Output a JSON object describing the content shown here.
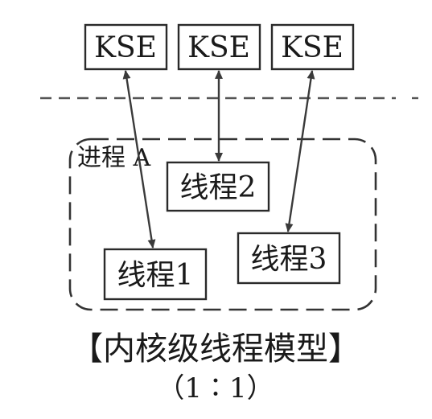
{
  "kse_boxes": [
    {
      "label": "KSE"
    },
    {
      "label": "KSE"
    },
    {
      "label": "KSE"
    }
  ],
  "process": {
    "label": "进程 A"
  },
  "threads": [
    {
      "label": "线程1"
    },
    {
      "label": "线程2"
    },
    {
      "label": "线程3"
    }
  ],
  "caption": {
    "title": "【内核级线程模型】",
    "ratio": "（1∶1）"
  }
}
